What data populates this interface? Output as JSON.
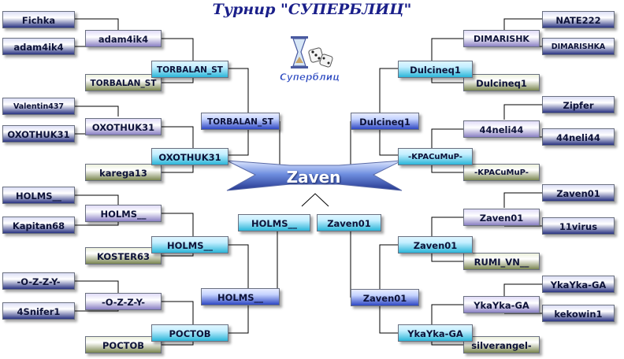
{
  "title": "Турнир \"СУПЕРБЛИЦ\"",
  "logo_text": "Суперблиц",
  "champion": "Zaven",
  "left": {
    "round1": [
      "Fichka",
      "adam4ik4",
      "Valentin437",
      "OXOTHUK31",
      "HOLMS__",
      "Kapitan68",
      "-O-Z-Z-Y-",
      "4Snifer1"
    ],
    "round2_winners": [
      "adam4ik4",
      "OXOTHUK31",
      "HOLMS__",
      "-O-Z-Z-Y-"
    ],
    "round2_seeds": [
      "TORBALAN_ST",
      "karega13",
      "KOSTER63",
      "POCTOB"
    ],
    "quarterfinals": [
      "TORBALAN_ST",
      "OXOTHUK31",
      "HOLMS__",
      "POCTOB"
    ],
    "semifinals": [
      "TORBALAN_ST",
      "HOLMS__"
    ],
    "final": "HOLMS__"
  },
  "right": {
    "round1": [
      "NATE222",
      "DIMARISHKA",
      "Zipfer",
      "44neli44",
      "Zaven01",
      "11virus",
      "YkaYka-GA",
      "kekowin1"
    ],
    "round2_winners": [
      "DIMARISHK",
      "44neli44",
      "Zaven01",
      "YkaYka-GA"
    ],
    "round2_seeds": [
      "Dulcineq1",
      "-KPACuMuP-",
      "RUMI_VN__",
      "silverangel-"
    ],
    "quarterfinals": [
      "Dulcineq1",
      "-KPACuMuP-",
      "Zaven01",
      "YkaYka-GA"
    ],
    "semifinals": [
      "Dulcineq1",
      "Zaven01"
    ],
    "final": "Zaven01"
  },
  "colors": {
    "title": "#1a1f8a",
    "line": "#000000",
    "champion_ribbon": "#3a5ab8"
  }
}
